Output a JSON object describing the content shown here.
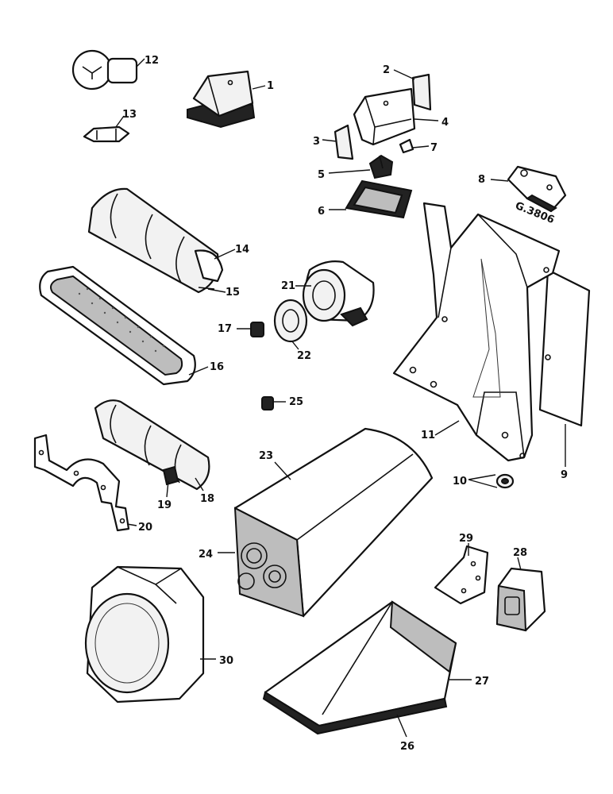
{
  "ref_code": "G.3806",
  "callouts": {
    "1": "1",
    "2": "2",
    "3": "3",
    "4": "4",
    "5": "5",
    "6": "6",
    "7": "7",
    "8": "8",
    "9": "9",
    "10": "10",
    "11": "11",
    "12": "12",
    "13": "13",
    "14": "14",
    "15": "15",
    "16": "16",
    "17": "17",
    "18": "18",
    "19": "19",
    "20": "20",
    "21": "21",
    "22": "22",
    "23": "23",
    "24": "24",
    "25": "25",
    "26": "26",
    "27": "27",
    "28": "28",
    "29": "29",
    "30": "30"
  }
}
